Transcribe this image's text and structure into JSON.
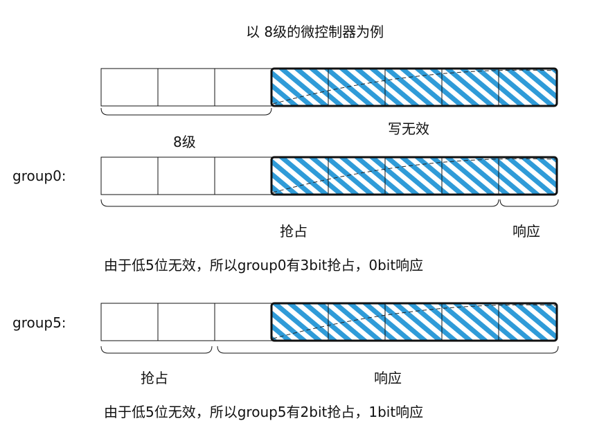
{
  "title": "以 8级的微控制器为例",
  "rows": [
    {
      "label": "",
      "valid_bits": 3,
      "total_bits": 8,
      "under_labels": [
        "8级",
        "写无效"
      ]
    },
    {
      "label": "group0:",
      "valid_bits": 3,
      "total_bits": 8,
      "under_labels": [
        "抢占",
        "响应"
      ],
      "note": "由于低5位无效，所以group0有3bit抢占，0bit响应"
    },
    {
      "label": "group5:",
      "valid_bits": 3,
      "total_bits": 8,
      "under_labels": [
        "抢占",
        "响应"
      ],
      "note": "由于低5位无效，所以group5有2bit抢占，1bit响应"
    }
  ],
  "colors": {
    "hatch": "#2f9bd8",
    "border": "#111111"
  }
}
